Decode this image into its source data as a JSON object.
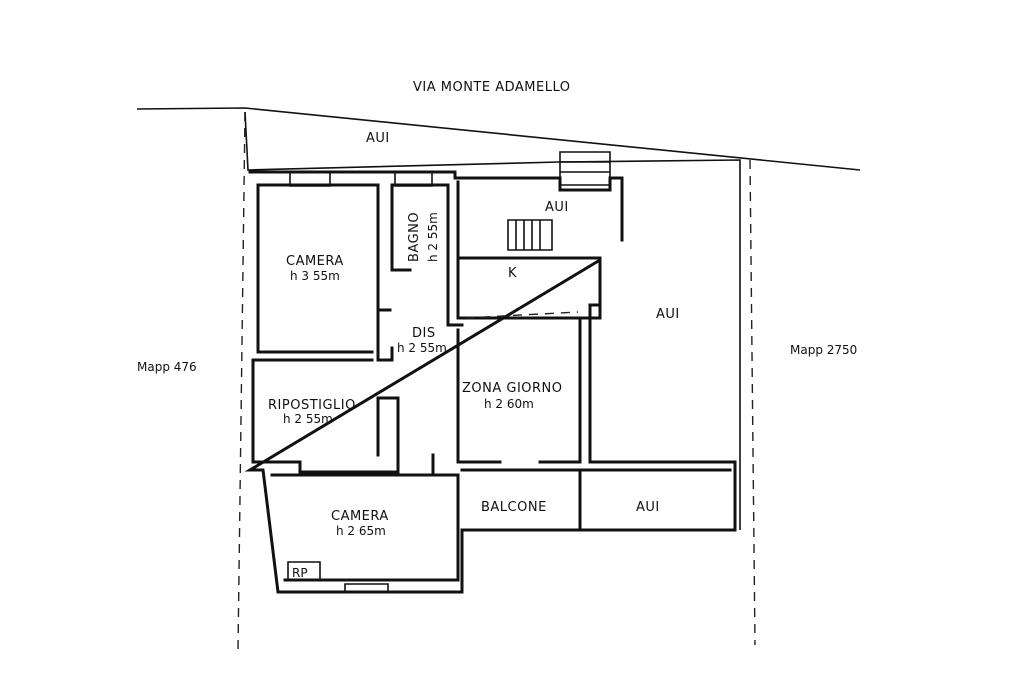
{
  "street": "VIA MONTE ADAMELLO",
  "neighbors": {
    "left": "Mapp 476",
    "right": "Mapp 2750"
  },
  "areas": {
    "aui_top": "AUI",
    "aui_stair": "AUI",
    "aui_right": "AUI",
    "aui_balcony": "AUI"
  },
  "rooms": {
    "camera1": {
      "name": "CAMERA",
      "height": "h 3 55m"
    },
    "bagno": {
      "name": "BAGNO",
      "height": "h 2 55m"
    },
    "kitchen": {
      "name": "K"
    },
    "disimpegno": {
      "name": "DIS",
      "height": "h 2 55m"
    },
    "ripostiglio": {
      "name": "RIPOSTIGLIO",
      "height": "h 2 55m"
    },
    "zona_giorno": {
      "name": "ZONA GIORNO",
      "height": "h 2 60m"
    },
    "camera2": {
      "name": "CAMERA",
      "height": "h 2 65m"
    },
    "balcone": {
      "name": "BALCONE"
    },
    "rp": {
      "name": "RP"
    }
  }
}
